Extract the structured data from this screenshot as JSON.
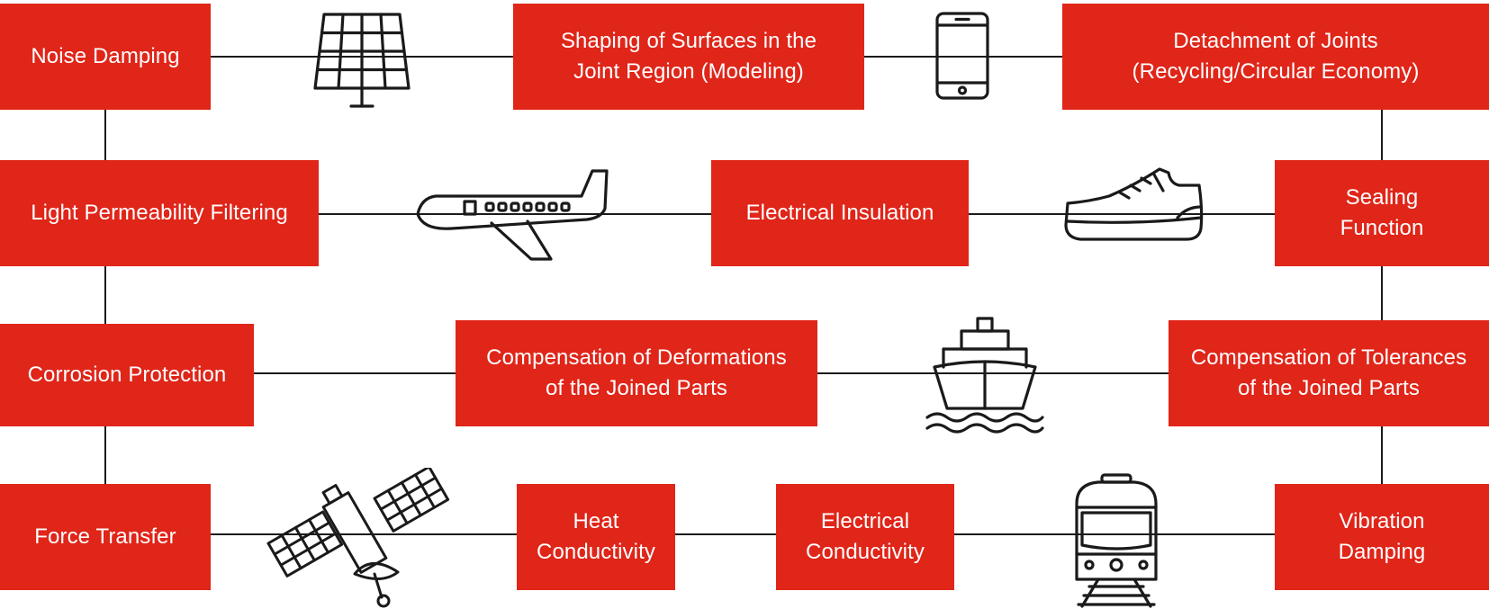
{
  "theme": {
    "box_color": "#e02519",
    "text_color": "#ffffff",
    "line_color": "#1a1a1a"
  },
  "boxes": {
    "noise_damping": [
      "Noise Damping"
    ],
    "shaping_surfaces": [
      "Shaping of Surfaces in the",
      "Joint Region (Modeling)"
    ],
    "detachment_joints": [
      "Detachment of Joints",
      "(Recycling/Circular Economy)"
    ],
    "light_permeability": [
      "Light Permeability Filtering"
    ],
    "electrical_insulation": [
      "Electrical Insulation"
    ],
    "sealing_function": [
      "Sealing",
      "Function"
    ],
    "corrosion_protection": [
      "Corrosion Protection"
    ],
    "compensation_deformations": [
      "Compensation of Deformations",
      "of the Joined Parts"
    ],
    "compensation_tolerances": [
      "Compensation of Tolerances",
      "of the Joined Parts"
    ],
    "force_transfer": [
      "Force Transfer"
    ],
    "heat_conductivity": [
      "Heat",
      "Conductivity"
    ],
    "electrical_conductivity": [
      "Electrical",
      "Conductivity"
    ],
    "vibration_damping": [
      "Vibration",
      "Damping"
    ]
  },
  "icons": [
    "solar-panel-icon",
    "smartphone-icon",
    "airplane-icon",
    "sneaker-icon",
    "ship-icon",
    "satellite-icon",
    "train-icon"
  ]
}
